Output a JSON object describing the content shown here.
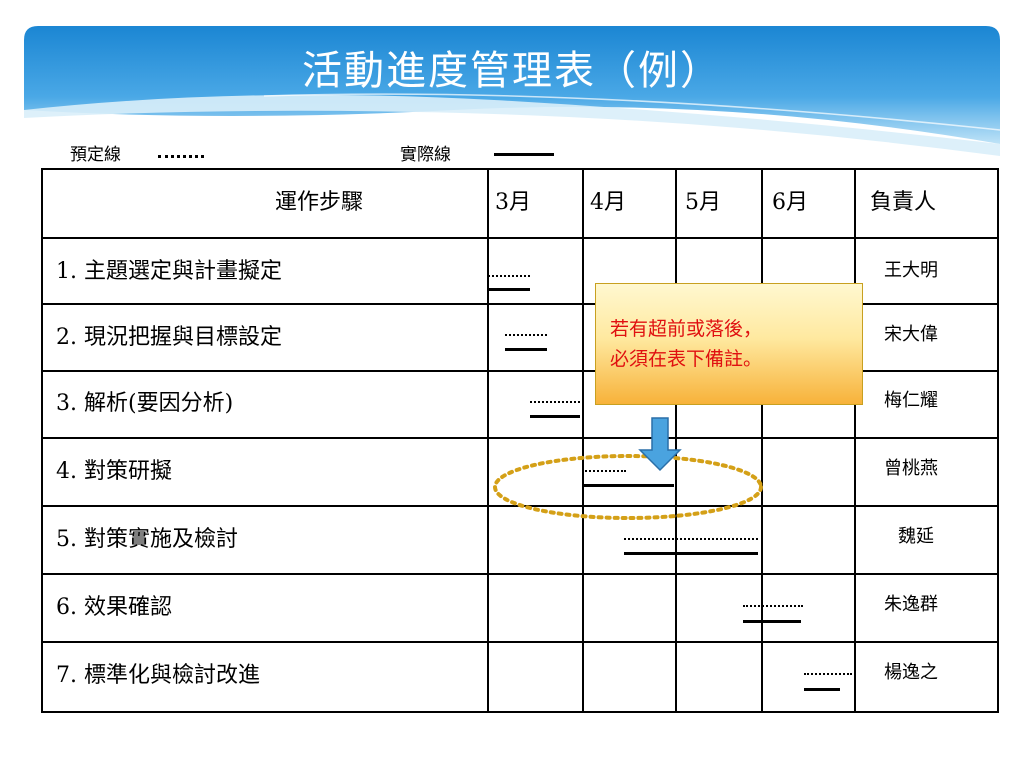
{
  "title": "活動進度管理表（例）",
  "legend": {
    "planned_label": "預定線",
    "actual_label": "實際線"
  },
  "table": {
    "step_header": "運作步驟",
    "months": [
      "3月",
      "4月",
      "5月",
      "6月"
    ],
    "owner_header": "負責人",
    "rows": [
      {
        "step": "1. 主題選定與計畫擬定",
        "owner": "王大明"
      },
      {
        "step": "2. 現況把握與目標設定",
        "owner": "宋大偉"
      },
      {
        "step": "3. 解析(要因分析)",
        "owner": "梅仁耀"
      },
      {
        "step": "4. 對策研擬",
        "owner": "曾桃燕"
      },
      {
        "step": "5. 對策實施及檢討",
        "owner": "魏延"
      },
      {
        "step": "6. 效果確認",
        "owner": "朱逸群"
      },
      {
        "step": "7. 標準化與檢討改進",
        "owner": "楊逸之"
      }
    ]
  },
  "callout": {
    "line1": "若有超前或落後，",
    "line2": "必須在表下備註。"
  },
  "colors": {
    "banner_top": "#1f8fd8",
    "banner_light": "#9fd2f2",
    "note_text": "#e01010",
    "ellipse": "#d4a017",
    "arrow": "#4aa3df"
  }
}
